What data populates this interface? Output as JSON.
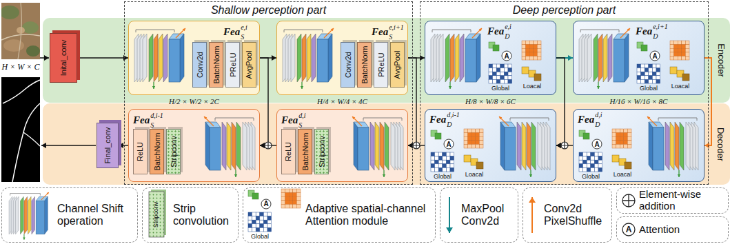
{
  "diagram": {
    "nodes": [
      {
        "text": [
          "Shallow perception part"
        ]
      },
      {
        "text": [
          "Deep perception part"
        ]
      },
      {
        "text": [
          "Encoder"
        ]
      },
      {
        "text": [
          "Decoder"
        ]
      },
      {
        "text": [
          "Inital_conv"
        ],
        "in": 2
      },
      {
        "text": [
          "Fea",
          "S",
          "e,i"
        ],
        "in": 2
      },
      {
        "text": [
          "Conv2d"
        ],
        "in": 5
      },
      {
        "text": [
          "BatchNorm"
        ],
        "in": 5
      },
      {
        "text": [
          "PReLU"
        ],
        "in": 5
      },
      {
        "text": [
          "AvgPool"
        ],
        "in": 5
      },
      {
        "text": [
          "Fea",
          "S",
          "e,i+1"
        ],
        "in": 2
      },
      {
        "text": [
          "Conv2d"
        ],
        "in": 10
      },
      {
        "text": [
          "BatchNorm"
        ],
        "in": 10
      },
      {
        "text": [
          "PReLU"
        ],
        "in": 10
      },
      {
        "text": [
          "AvgPool"
        ],
        "in": 10
      },
      {
        "text": [
          "Fea",
          "D",
          "e,i",
          "A",
          "Global",
          "Loacal"
        ],
        "in": 2
      },
      {
        "text": [
          "Fea",
          "D",
          "e,i+1",
          "A",
          "Global",
          "Loacal"
        ],
        "in": 2
      },
      {
        "text": [
          "Final_conv"
        ],
        "in": 3
      },
      {
        "text": [
          "Fea",
          "S",
          "d,i-1"
        ],
        "in": 3
      },
      {
        "text": [
          "ReLU"
        ],
        "in": 18
      },
      {
        "text": [
          "BatchNorm"
        ],
        "in": 18
      },
      {
        "text": [
          "Stripconv"
        ],
        "in": 18
      },
      {
        "text": [
          "Fea",
          "S",
          "d,i"
        ],
        "in": 3
      },
      {
        "text": [
          "ReLU"
        ],
        "in": 22
      },
      {
        "text": [
          "BatchNorm"
        ],
        "in": 22
      },
      {
        "text": [
          "Stripconv"
        ],
        "in": 22
      },
      {
        "text": [
          "Fea",
          "D",
          "d,i-1",
          "A",
          "Global",
          "Loacal"
        ],
        "in": 3
      },
      {
        "text": [
          "Fea",
          "D",
          "d,i",
          "A",
          "Global",
          "Loacal"
        ],
        "in": 3
      }
    ],
    "edges": [
      {
        "from": 4,
        "to": 5,
        "arrow": "to"
      },
      {
        "from": 5,
        "to": 10,
        "arrow": "to"
      },
      {
        "from": 10,
        "to": 15,
        "arrow": "to"
      },
      {
        "from": 15,
        "to": 16,
        "arrow": "to"
      },
      {
        "from": 16,
        "to": 27,
        "arrow": "to"
      },
      {
        "from": 27,
        "to": 26,
        "arrow": "to"
      },
      {
        "from": 15,
        "to": 26,
        "arrow": "to"
      },
      {
        "from": 26,
        "to": 22,
        "arrow": "to"
      },
      {
        "from": 10,
        "to": 22,
        "arrow": "to"
      },
      {
        "from": 22,
        "to": 18,
        "arrow": "to"
      },
      {
        "from": 5,
        "to": 18,
        "arrow": "to"
      },
      {
        "from": 18,
        "to": 17,
        "arrow": "to"
      }
    ],
    "labels": [
      "H × W × C",
      "H/2 × W/2 × 2C",
      "H/4 × W/4 × 4C",
      "H/8 × W/8 × 6C",
      "H/16 × W/16 × 8C",
      "Stripconv",
      "Global",
      "A",
      "A"
    ],
    "legend": [
      {
        "text": "Channel Shift operation"
      },
      {
        "text": "Strip convolution"
      },
      {
        "text": "Adaptive spatial-channel Attention module"
      },
      {
        "text": "MaxPool Conv2d"
      },
      {
        "text": "Conv2d PixelShuffle"
      },
      {
        "text": "Element-wise addition"
      },
      {
        "text": "Attention"
      }
    ]
  }
}
